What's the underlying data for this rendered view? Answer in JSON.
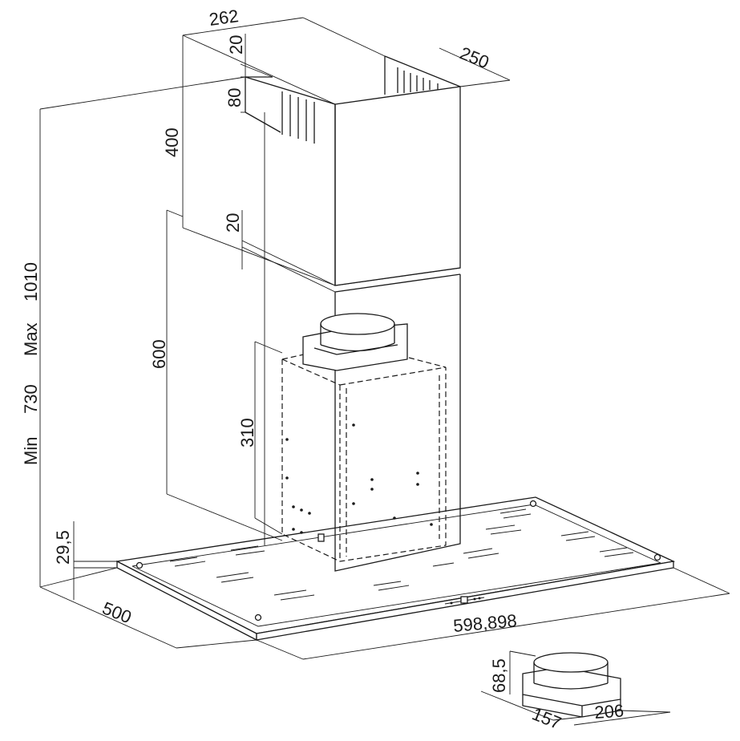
{
  "dimensions": {
    "chimney_width": "262",
    "chimney_depth": "250",
    "top_gap": "20",
    "vent_height": "80",
    "upper_chimney_height": "400",
    "lower_gap": "20",
    "lower_chimney_height": "600",
    "motor_height": "310",
    "total_height_min_label": "Min",
    "total_height_min": "730",
    "total_height_max_label": "Max",
    "total_height_max": "1010",
    "canopy_thickness": "29,5",
    "canopy_depth": "500",
    "canopy_width": "598,898",
    "adapter_height": "68,5",
    "adapter_depth": "157",
    "adapter_width": "206"
  }
}
